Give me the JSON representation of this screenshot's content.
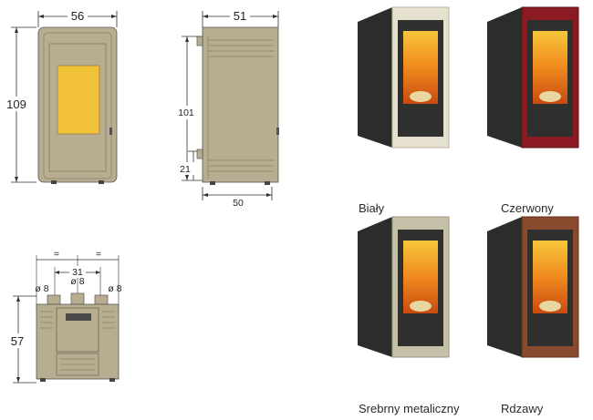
{
  "front_view": {
    "width_label": "56",
    "height_label": "109"
  },
  "side_view": {
    "depth_label": "51",
    "height_label": "101",
    "inlet_label": "21",
    "base_label": "50"
  },
  "rear_view": {
    "equal_left": "=",
    "equal_right": "=",
    "spacing_label": "31",
    "pipe_left": "ø 8",
    "pipe_center": "ø 8",
    "pipe_right": "ø 8",
    "height_label": "57"
  },
  "variants": [
    {
      "name": "Biały",
      "color": "#e6e1cf"
    },
    {
      "name": "Czerwony",
      "color": "#8c1a22"
    },
    {
      "name": "Srebrny metaliczny",
      "color": "#c7c0a8"
    },
    {
      "name": "Rdzawy",
      "color": "#8a4a2e"
    }
  ],
  "colors": {
    "drawing_fill": "#b8ad91",
    "window_fill": "#f2c238",
    "body_dark": "#2c2c2a"
  }
}
